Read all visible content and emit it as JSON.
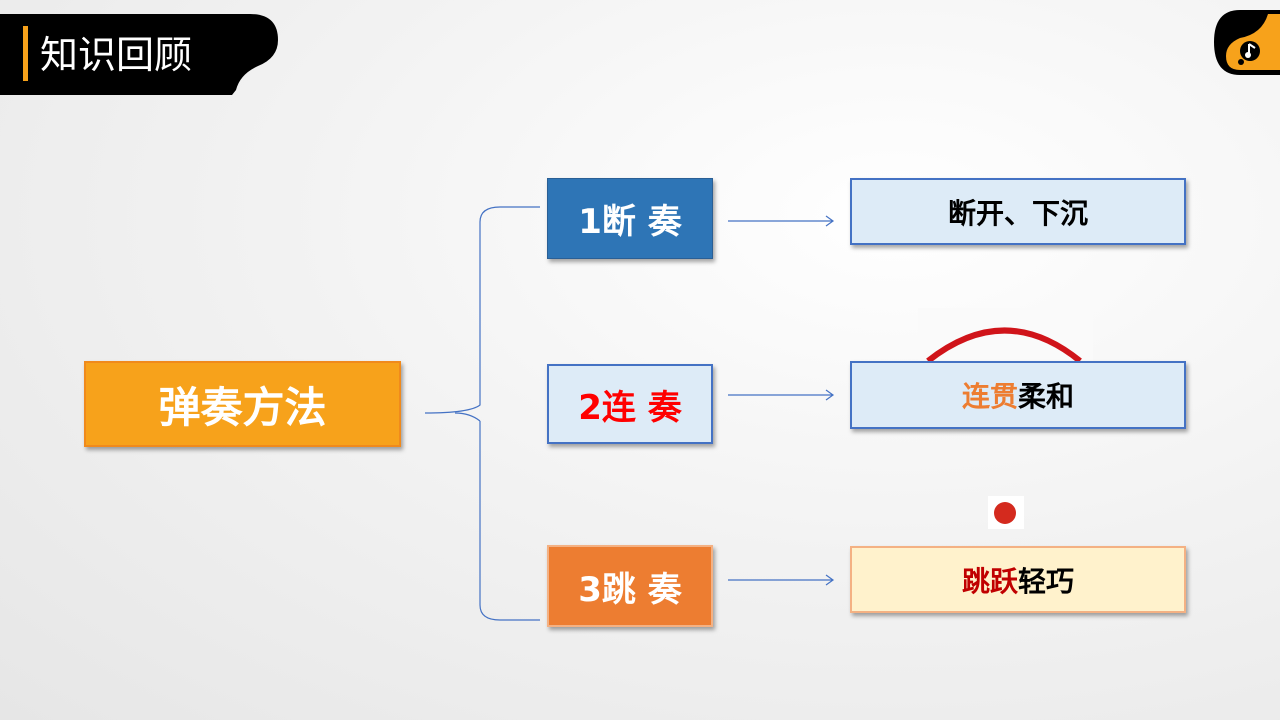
{
  "header": {
    "title": "知识回顾"
  },
  "colors": {
    "accent": "#F7A21B",
    "blue": "#2E75B6",
    "orange": "#ED7D31",
    "red": "#FF0000",
    "dark_red": "#C00000"
  },
  "main": {
    "label": "弹奏方法"
  },
  "methods": [
    {
      "label": "1断 奏",
      "description": [
        "断开、下沉"
      ]
    },
    {
      "label": "2连 奏",
      "description": [
        "连贯",
        "柔和"
      ]
    },
    {
      "label": "3跳 奏",
      "description": [
        "跳跃",
        "轻巧"
      ]
    }
  ]
}
